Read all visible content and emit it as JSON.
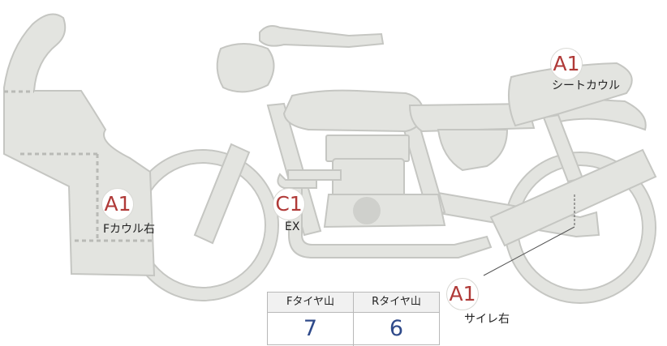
{
  "labels": [
    {
      "id": "seat-cowl",
      "code": "A1",
      "text": "シートカウル"
    },
    {
      "id": "front-cowl-right",
      "code": "A1",
      "text": "Fカウル右"
    },
    {
      "id": "exhaust",
      "code": "C1",
      "text": "EX"
    },
    {
      "id": "silencer-right",
      "code": "A1",
      "text": "サイレ右"
    }
  ],
  "tread_table": {
    "front_header": "Fタイヤ山",
    "rear_header": "Rタイヤ山",
    "front_value": "7",
    "rear_value": "6"
  },
  "colors": {
    "part_fill": "#e3e4e0",
    "part_outline": "#c5c6c2",
    "badge_text": "#b03a38",
    "table_value": "#2f4a8a"
  }
}
